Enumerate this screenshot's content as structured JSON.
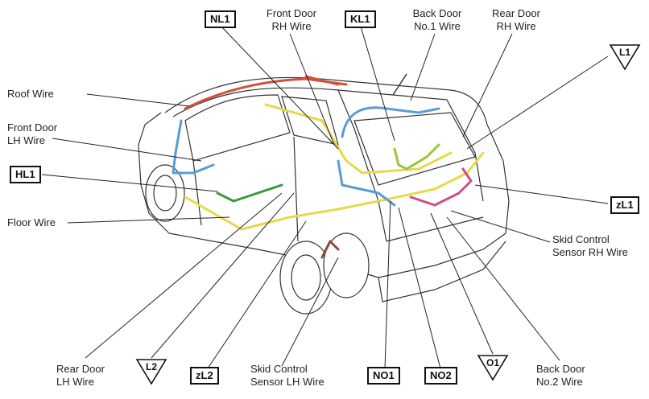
{
  "wires": {
    "roof": "Roof Wire",
    "front_door_lh_1": "Front Door",
    "front_door_lh_2": "LH Wire",
    "floor": "Floor Wire",
    "front_door_rh_1": "Front Door",
    "front_door_rh_2": "RH Wire",
    "back_door_no1_1": "Back Door",
    "back_door_no1_2": "No.1 Wire",
    "rear_door_rh_1": "Rear Door",
    "rear_door_rh_2": "RH Wire",
    "skid_rh_1": "Skid Control",
    "skid_rh_2": "Sensor RH Wire",
    "rear_door_lh_1": "Rear Door",
    "rear_door_lh_2": "LH Wire",
    "skid_lh_1": "Skid Control",
    "skid_lh_2": "Sensor LH Wire",
    "back_door_no2_1": "Back Door",
    "back_door_no2_2": "No.2 Wire"
  },
  "connectors": {
    "nl1": "NL1",
    "kl1": "KL1",
    "hl1": "HL1",
    "zl1": "zL1",
    "zl2": "zL2",
    "no1": "NO1",
    "no2": "NO2"
  },
  "triangles": {
    "l1": "L1",
    "l2": "L2",
    "o1": "O1"
  },
  "colors": {
    "yellow_wire": "#e8d84a",
    "blue_wire": "#5b9bd5",
    "green_wire": "#3a9a3a",
    "red_wire": "#d0523a",
    "pink_wire": "#cc4d8a",
    "brown_wire": "#8b4a3a",
    "lime_wire": "#9bc43a"
  }
}
